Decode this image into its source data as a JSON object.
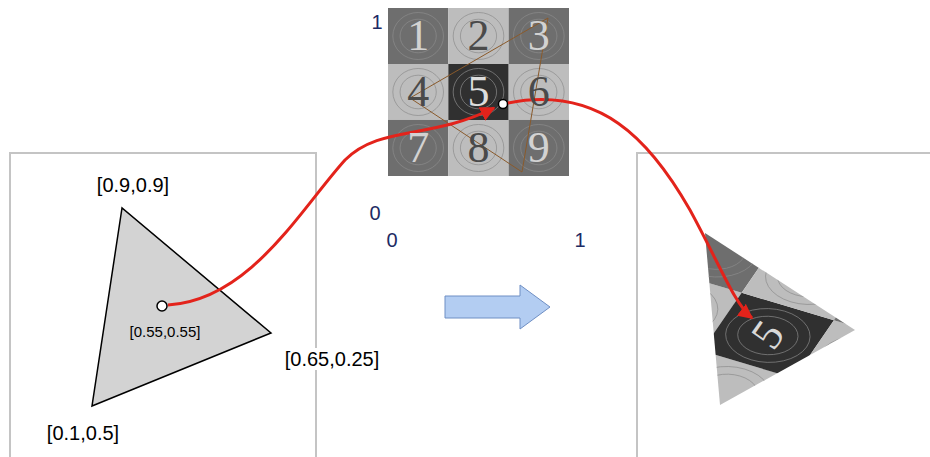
{
  "diagram": {
    "labels": [
      "1",
      "1",
      "2",
      "3",
      "4",
      "5",
      "6",
      "7",
      "8",
      "9",
      "[0.9,0.9]",
      "0",
      "0",
      "1",
      "[0.55,0.55]",
      "5",
      "[0.65,0.25]",
      "[0.1,0.5]"
    ]
  }
}
